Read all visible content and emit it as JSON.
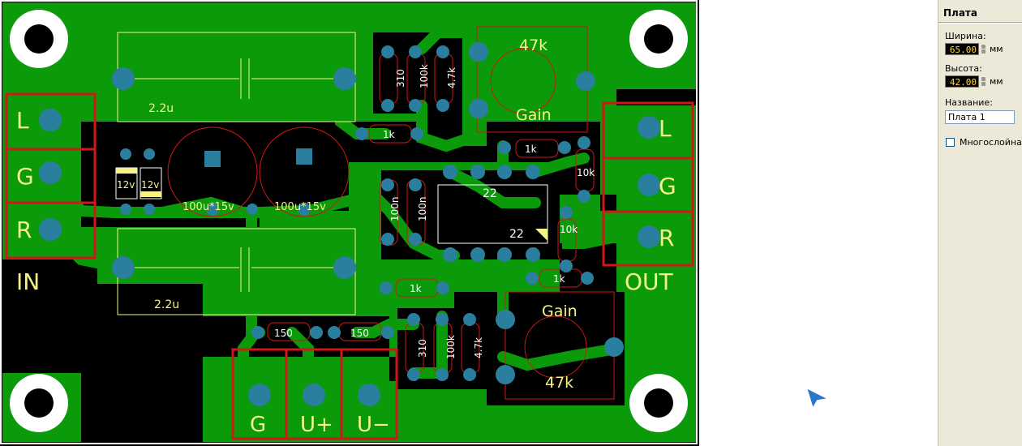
{
  "panel": {
    "title": "Плата",
    "width_label": "Ширина:",
    "width_value": "65.00",
    "width_unit": "мм",
    "height_label": "Высота:",
    "height_value": "42.00",
    "height_unit": "мм",
    "name_label": "Название:",
    "name_value": "Плата 1",
    "multilayer_label": "Многослойная",
    "multilayer_checked": false
  },
  "board": {
    "colors": {
      "copper": "#0a9a0a",
      "background": "#000000",
      "pad": "#2a7f9f",
      "silk": "#f4f486",
      "outline": "#d01818",
      "frame": "#ffffff"
    },
    "connectors": {
      "input": {
        "pins": [
          "L",
          "G",
          "R"
        ],
        "title": "IN"
      },
      "output": {
        "pins": [
          "L",
          "G",
          "R"
        ],
        "title": "OUT"
      },
      "power": {
        "pins": [
          "G",
          "U+",
          "U−"
        ]
      }
    },
    "caps_film": [
      "2.2u",
      "2.2u"
    ],
    "caps_elec": [
      "100u*15v",
      "100u*15v"
    ],
    "zeners": [
      "12v",
      "12v"
    ],
    "pots": [
      {
        "value": "47k",
        "name": "Gain"
      },
      {
        "value": "47k",
        "name": "Gain"
      }
    ],
    "resistors_top": [
      "310",
      "100k",
      "4.7k"
    ],
    "resistors_bottom": [
      "310",
      "100k",
      "4.7k"
    ],
    "r_1k": [
      "1k",
      "1k",
      "1k",
      "1k"
    ],
    "r_10k": [
      "10k",
      "10k"
    ],
    "r_150": [
      "150",
      "150"
    ],
    "caps_100n": [
      "100n",
      "100n"
    ],
    "chips": [
      "22",
      "22"
    ]
  }
}
